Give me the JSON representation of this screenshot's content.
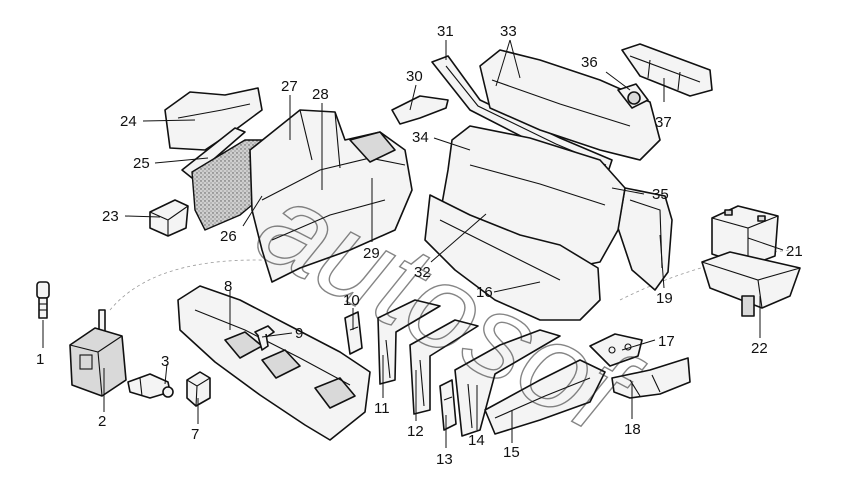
{
  "diagram": {
    "callouts": [
      "1",
      "2",
      "3",
      "7",
      "8",
      "9",
      "10",
      "11",
      "12",
      "13",
      "14",
      "15",
      "16",
      "17",
      "18",
      "19",
      "21",
      "22",
      "23",
      "24",
      "25",
      "26",
      "27",
      "28",
      "29",
      "30",
      "31",
      "32",
      "33",
      "34",
      "35",
      "36",
      "37"
    ],
    "watermark": "autosof"
  }
}
